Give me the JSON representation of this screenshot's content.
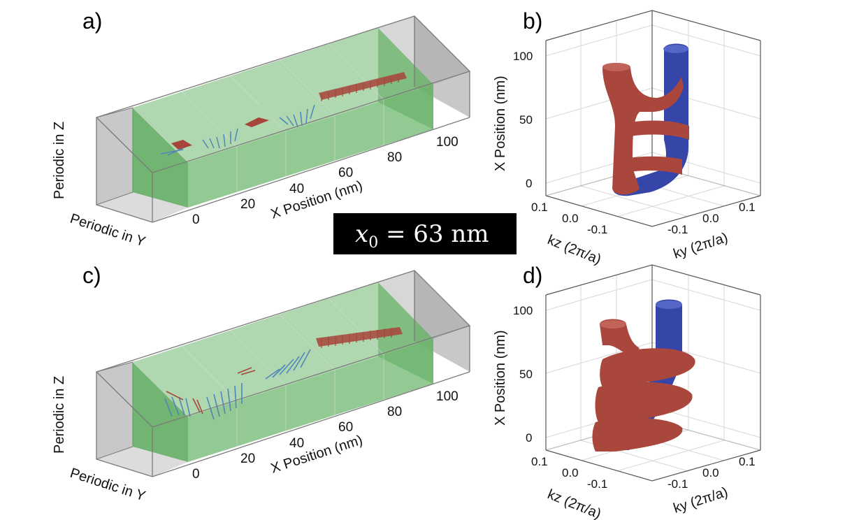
{
  "panels": {
    "a": {
      "label": "a)",
      "x_axis_label": "X Position (nm)",
      "x_ticks": [
        "0",
        "20",
        "40",
        "60",
        "80",
        "100"
      ],
      "z_side_label": "Periodic in Z",
      "y_side_label": "Periodic in Y"
    },
    "b": {
      "label": "b)",
      "vertical_axis_label": "X Position (nm)",
      "vertical_ticks": [
        "0",
        "50",
        "100"
      ],
      "kz_label": "kz (2π/a)",
      "kz_ticks": [
        "0.1",
        "0.0",
        "-0.1"
      ],
      "ky_label": "ky (2π/a)",
      "ky_ticks": [
        "-0.1",
        "0.0",
        "0.1"
      ]
    },
    "c": {
      "label": "c)",
      "x_axis_label": "X Position (nm)",
      "x_ticks": [
        "0",
        "20",
        "40",
        "60",
        "80",
        "100"
      ],
      "z_side_label": "Periodic in Z",
      "y_side_label": "Periodic in Y"
    },
    "d": {
      "label": "d)",
      "vertical_axis_label": "X Position (nm)",
      "vertical_ticks": [
        "0",
        "50",
        "100"
      ],
      "kz_label": "kz (2π/a)",
      "kz_ticks": [
        "0.1",
        "0.0",
        "-0.1"
      ],
      "ky_label": "ky (2π/a)",
      "ky_ticks": [
        "-0.1",
        "0.0",
        "0.1"
      ]
    }
  },
  "banner": {
    "var": "x",
    "sub": "0",
    "rest": " = 63 nm"
  },
  "colors": {
    "green_region": "#6fb86f",
    "gray_region": "#9a9a9a",
    "red_spin": "#a8453a",
    "blue_spin": "#4f86b8",
    "red_isosurface": "#a9473d",
    "blue_isosurface": "#3646a8",
    "banner_bg": "#000000"
  }
}
